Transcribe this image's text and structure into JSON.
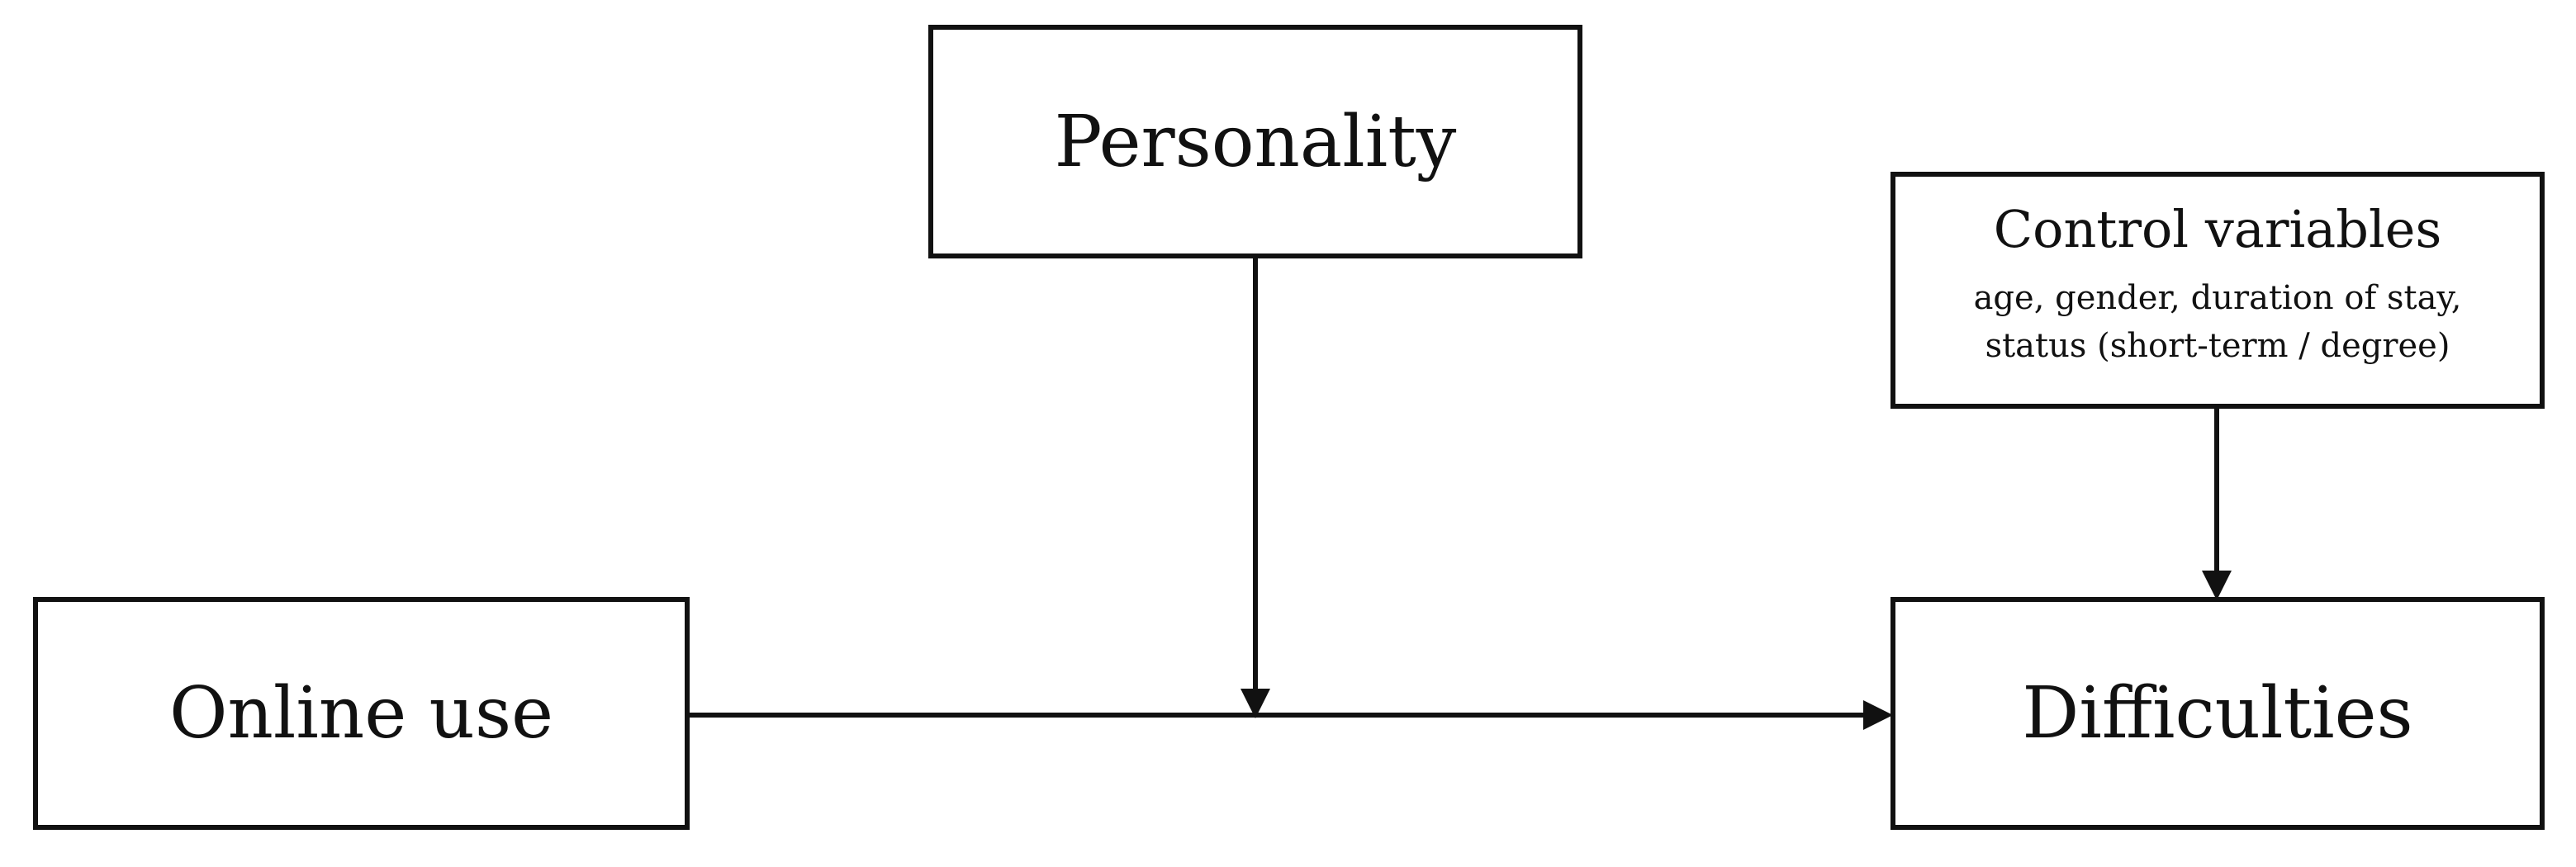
{
  "nodes": {
    "personality": {
      "label": "Personality"
    },
    "online_use": {
      "label": "Online use"
    },
    "difficulties": {
      "label": "Difficulties"
    },
    "control_variables": {
      "title": "Control variables",
      "line1": "age, gender, duration of stay,",
      "line2": "status (short-term / degree)"
    }
  },
  "edges": [
    {
      "from": "online_use",
      "to": "difficulties",
      "kind": "direct-effect"
    },
    {
      "from": "personality",
      "to": "online_use->difficulties",
      "kind": "moderation"
    },
    {
      "from": "control_variables",
      "to": "difficulties",
      "kind": "control"
    }
  ],
  "colors": {
    "stroke": "#111111",
    "background": "#ffffff"
  }
}
